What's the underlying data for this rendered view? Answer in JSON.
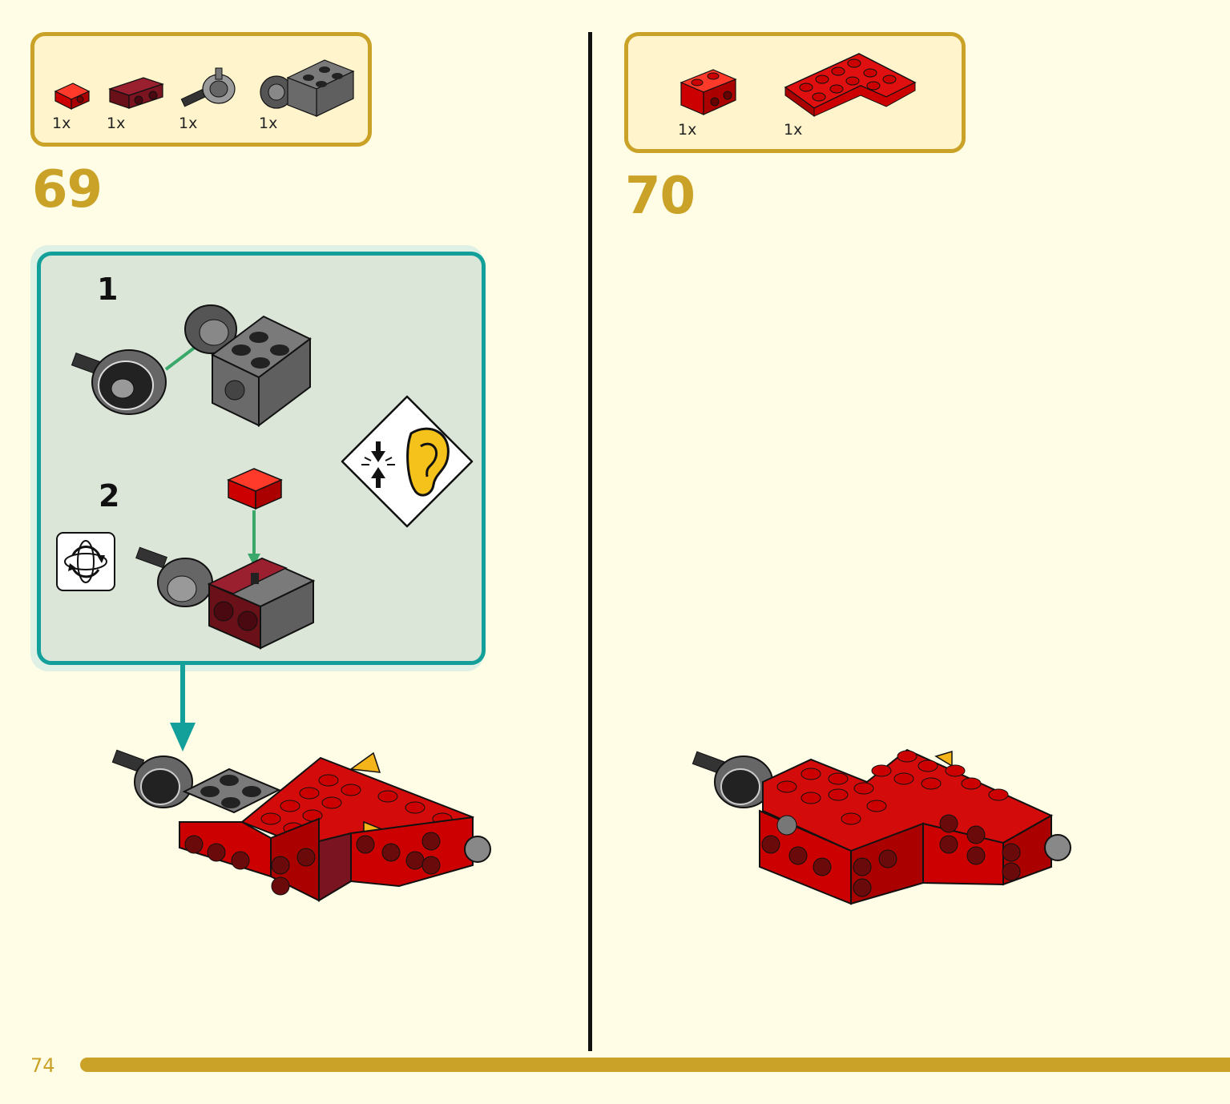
{
  "left_step": {
    "number": "69",
    "parts": [
      {
        "qty": "1x",
        "part": "red bracket 1x1",
        "color": "#d40b0b"
      },
      {
        "qty": "1x",
        "part": "dark red bracket 1x2",
        "color": "#7a1420"
      },
      {
        "qty": "1x",
        "part": "ball joint axle pin",
        "color": "#6e6e6e"
      },
      {
        "qty": "1x",
        "part": "dark grey brick with socket",
        "color": "#5f5f5f"
      }
    ],
    "substeps": [
      {
        "number": "1"
      },
      {
        "number": "2"
      }
    ],
    "rotate_icon": "rotate-model-icon",
    "click_sound_icon": "listen-for-click-icon"
  },
  "right_step": {
    "number": "70",
    "parts": [
      {
        "qty": "1x",
        "part": "red bracket 1x2",
        "color": "#d40b0b"
      },
      {
        "qty": "1x",
        "part": "red corner plate",
        "color": "#d40b0b"
      }
    ]
  },
  "footer": {
    "page_number": "74"
  },
  "colors": {
    "accent_gold": "#c9a227",
    "teal": "#13a09a",
    "arrow_green": "#3aa76b",
    "brick_red": "#d40b0b",
    "dark_red": "#7a1420",
    "dark_grey": "#5f5f5f"
  }
}
